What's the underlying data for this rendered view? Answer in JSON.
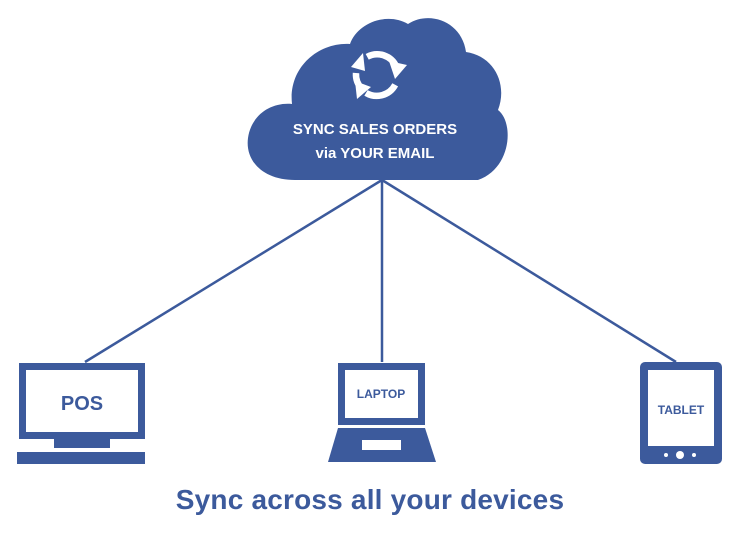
{
  "colors": {
    "primary": "#3c5a9c",
    "background": "#ffffff"
  },
  "cloud": {
    "icon": "sync-arrows-icon",
    "line1": "SYNC SALES ORDERS",
    "line2": "via YOUR EMAIL"
  },
  "devices": {
    "pos": {
      "label": "POS",
      "icon": "monitor-icon"
    },
    "laptop": {
      "label": "LAPTOP",
      "icon": "laptop-icon"
    },
    "tablet": {
      "label": "TABLET",
      "icon": "tablet-icon"
    }
  },
  "caption": "Sync across all your devices"
}
